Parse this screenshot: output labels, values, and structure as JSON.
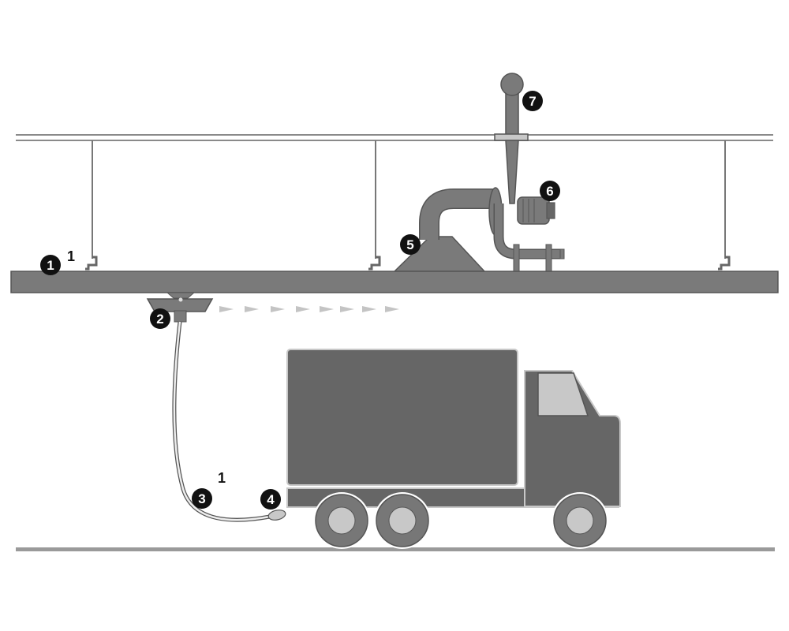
{
  "markers": [
    {
      "id": "m1",
      "label": "1",
      "meaning": "duct"
    },
    {
      "id": "m2",
      "label": "2",
      "meaning": "trolley-nozzle"
    },
    {
      "id": "m3",
      "label": "3",
      "meaning": "hose"
    },
    {
      "id": "m4",
      "label": "4",
      "meaning": "exhaust-adapter"
    },
    {
      "id": "m5",
      "label": "5",
      "meaning": "fan-inlet-cone"
    },
    {
      "id": "m6",
      "label": "6",
      "meaning": "fan-motor"
    },
    {
      "id": "m7",
      "label": "7",
      "meaning": "exhaust-outlet"
    }
  ],
  "notes": [
    {
      "id": "n1",
      "text": "1"
    },
    {
      "id": "n2",
      "text": "1"
    }
  ],
  "colors": {
    "fill_mid": "#7a7a7a",
    "fill_dark": "#666666",
    "fill_light": "#c8c8c8",
    "outline": "#555555",
    "marker_bg": "#111111",
    "arrow": "#c4c4c4"
  }
}
